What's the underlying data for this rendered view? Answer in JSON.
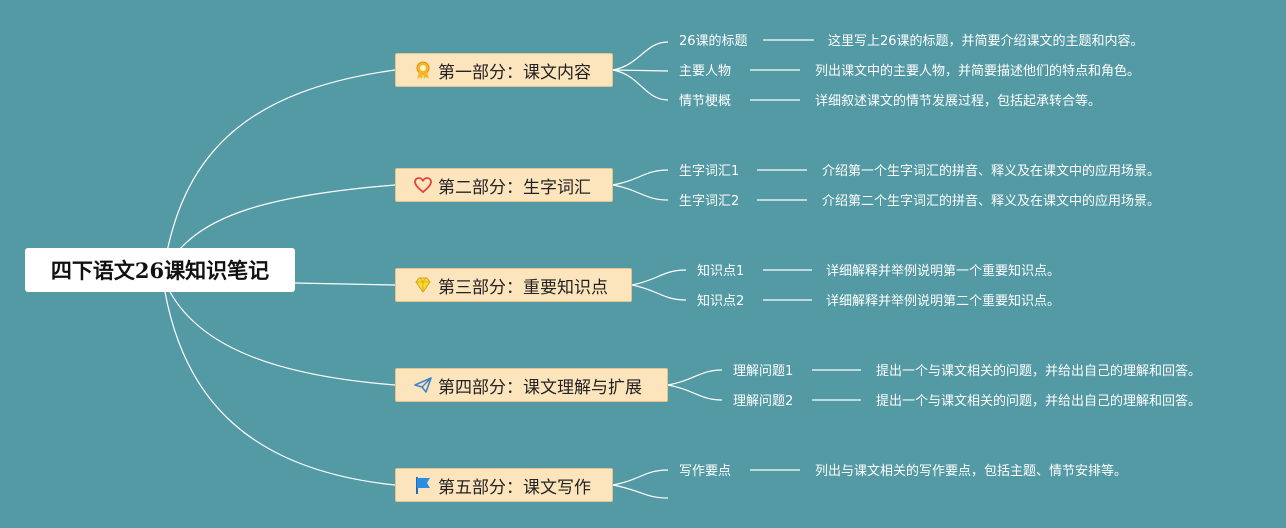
{
  "root": {
    "title": "四下语文26课知识笔记"
  },
  "branches": [
    {
      "label": "第一部分：课文内容",
      "icon": "ribbon-badge-icon",
      "items": [
        {
          "label": "26课的标题",
          "desc": "这里写上26课的标题，并简要介绍课文的主题和内容。"
        },
        {
          "label": "主要人物",
          "desc": "列出课文中的主要人物，并简要描述他们的特点和角色。"
        },
        {
          "label": "情节梗概",
          "desc": "详细叙述课文的情节发展过程，包括起承转合等。"
        }
      ]
    },
    {
      "label": "第二部分：生字词汇",
      "icon": "heart-icon",
      "items": [
        {
          "label": "生字词汇1",
          "desc": "介绍第一个生字词汇的拼音、释义及在课文中的应用场景。"
        },
        {
          "label": "生字词汇2",
          "desc": "介绍第二个生字词汇的拼音、释义及在课文中的应用场景。"
        }
      ]
    },
    {
      "label": "第三部分：重要知识点",
      "icon": "diamond-icon",
      "items": [
        {
          "label": "知识点1",
          "desc": "详细解释并举例说明第一个重要知识点。"
        },
        {
          "label": "知识点2",
          "desc": "详细解释并举例说明第二个重要知识点。"
        }
      ]
    },
    {
      "label": "第四部分：课文理解与扩展",
      "icon": "paper-plane-icon",
      "items": [
        {
          "label": "理解问题1",
          "desc": "提出一个与课文相关的问题，并给出自己的理解和回答。"
        },
        {
          "label": "理解问题2",
          "desc": "提出一个与课文相关的问题，并给出自己的理解和回答。"
        }
      ]
    },
    {
      "label": "第五部分：课文写作",
      "icon": "flag-icon",
      "items": [
        {
          "label": "写作要点",
          "desc": "列出与课文相关的写作要点，包括主题、情节安排等。"
        },
        {
          "label": "",
          "desc": ""
        }
      ]
    }
  ]
}
